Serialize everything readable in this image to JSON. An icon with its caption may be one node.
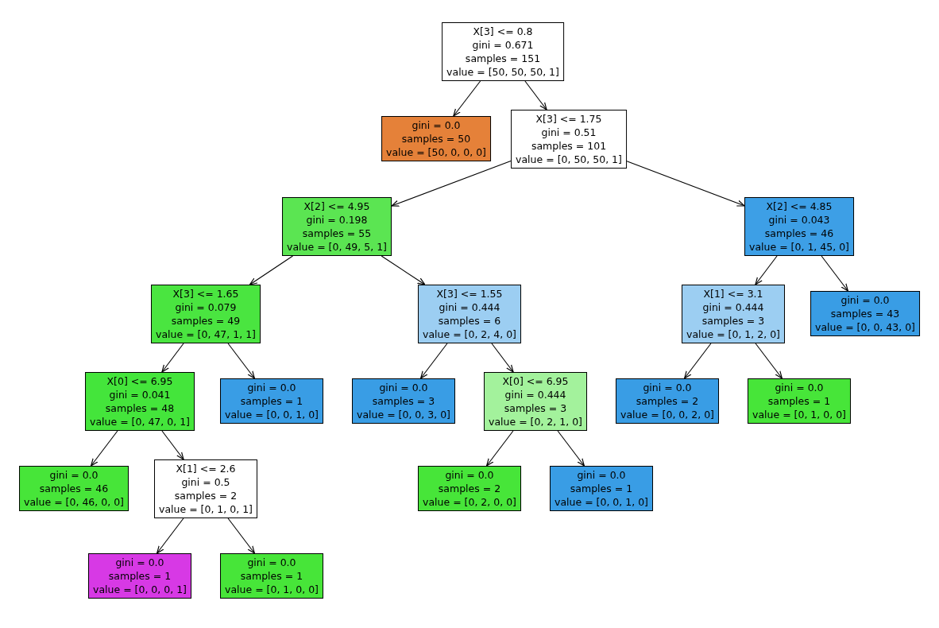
{
  "diagram": {
    "nodes": [
      {
        "text": [
          "X[3] <= 0.8",
          "gini = 0.671",
          "samples = 151",
          "value = [50, 50, 50, 1]"
        ]
      },
      {
        "text": [
          "gini = 0.0",
          "samples = 50",
          "value = [50, 0, 0, 0]"
        ]
      },
      {
        "text": [
          "X[3] <= 1.75",
          "gini = 0.51",
          "samples = 101",
          "value = [0, 50, 50, 1]"
        ]
      },
      {
        "text": [
          "X[2] <= 4.95",
          "gini = 0.198",
          "samples = 55",
          "value = [0, 49, 5, 1]"
        ]
      },
      {
        "text": [
          "X[2] <= 4.85",
          "gini = 0.043",
          "samples = 46",
          "value = [0, 1, 45, 0]"
        ]
      },
      {
        "text": [
          "X[3] <= 1.65",
          "gini = 0.079",
          "samples = 49",
          "value = [0, 47, 1, 1]"
        ]
      },
      {
        "text": [
          "X[3] <= 1.55",
          "gini = 0.444",
          "samples = 6",
          "value = [0, 2, 4, 0]"
        ]
      },
      {
        "text": [
          "X[1] <= 3.1",
          "gini = 0.444",
          "samples = 3",
          "value = [0, 1, 2, 0]"
        ]
      },
      {
        "text": [
          "gini = 0.0",
          "samples = 43",
          "value = [0, 0, 43, 0]"
        ]
      },
      {
        "text": [
          "X[0] <= 6.95",
          "gini = 0.041",
          "samples = 48",
          "value = [0, 47, 0, 1]"
        ]
      },
      {
        "text": [
          "gini = 0.0",
          "samples = 1",
          "value = [0, 0, 1, 0]"
        ]
      },
      {
        "text": [
          "gini = 0.0",
          "samples = 3",
          "value = [0, 0, 3, 0]"
        ]
      },
      {
        "text": [
          "X[0] <= 6.95",
          "gini = 0.444",
          "samples = 3",
          "value = [0, 2, 1, 0]"
        ]
      },
      {
        "text": [
          "gini = 0.0",
          "samples = 2",
          "value = [0, 0, 2, 0]"
        ]
      },
      {
        "text": [
          "gini = 0.0",
          "samples = 1",
          "value = [0, 1, 0, 0]"
        ]
      },
      {
        "text": [
          "gini = 0.0",
          "samples = 46",
          "value = [0, 46, 0, 0]"
        ]
      },
      {
        "text": [
          "X[1] <= 2.6",
          "gini = 0.5",
          "samples = 2",
          "value = [0, 1, 0, 1]"
        ]
      },
      {
        "text": [
          "gini = 0.0",
          "samples = 2",
          "value = [0, 2, 0, 0]"
        ]
      },
      {
        "text": [
          "gini = 0.0",
          "samples = 1",
          "value = [0, 0, 1, 0]"
        ]
      },
      {
        "text": [
          "gini = 0.0",
          "samples = 1",
          "value = [0, 0, 0, 1]"
        ]
      },
      {
        "text": [
          "gini = 0.0",
          "samples = 1",
          "value = [0, 1, 0, 0]"
        ]
      }
    ],
    "edges": [
      {
        "from": 0,
        "to": 1,
        "arrow": "to"
      },
      {
        "from": 0,
        "to": 2,
        "arrow": "to"
      },
      {
        "from": 2,
        "to": 3,
        "arrow": "to"
      },
      {
        "from": 2,
        "to": 4,
        "arrow": "to"
      },
      {
        "from": 3,
        "to": 5,
        "arrow": "to"
      },
      {
        "from": 3,
        "to": 6,
        "arrow": "to"
      },
      {
        "from": 4,
        "to": 7,
        "arrow": "to"
      },
      {
        "from": 4,
        "to": 8,
        "arrow": "to"
      },
      {
        "from": 5,
        "to": 9,
        "arrow": "to"
      },
      {
        "from": 5,
        "to": 10,
        "arrow": "to"
      },
      {
        "from": 6,
        "to": 11,
        "arrow": "to"
      },
      {
        "from": 6,
        "to": 12,
        "arrow": "to"
      },
      {
        "from": 7,
        "to": 13,
        "arrow": "to"
      },
      {
        "from": 7,
        "to": 14,
        "arrow": "to"
      },
      {
        "from": 9,
        "to": 15,
        "arrow": "to"
      },
      {
        "from": 9,
        "to": 16,
        "arrow": "to"
      },
      {
        "from": 12,
        "to": 17,
        "arrow": "to"
      },
      {
        "from": 12,
        "to": 18,
        "arrow": "to"
      },
      {
        "from": 16,
        "to": 19,
        "arrow": "to"
      },
      {
        "from": 16,
        "to": 20,
        "arrow": "to"
      }
    ]
  }
}
